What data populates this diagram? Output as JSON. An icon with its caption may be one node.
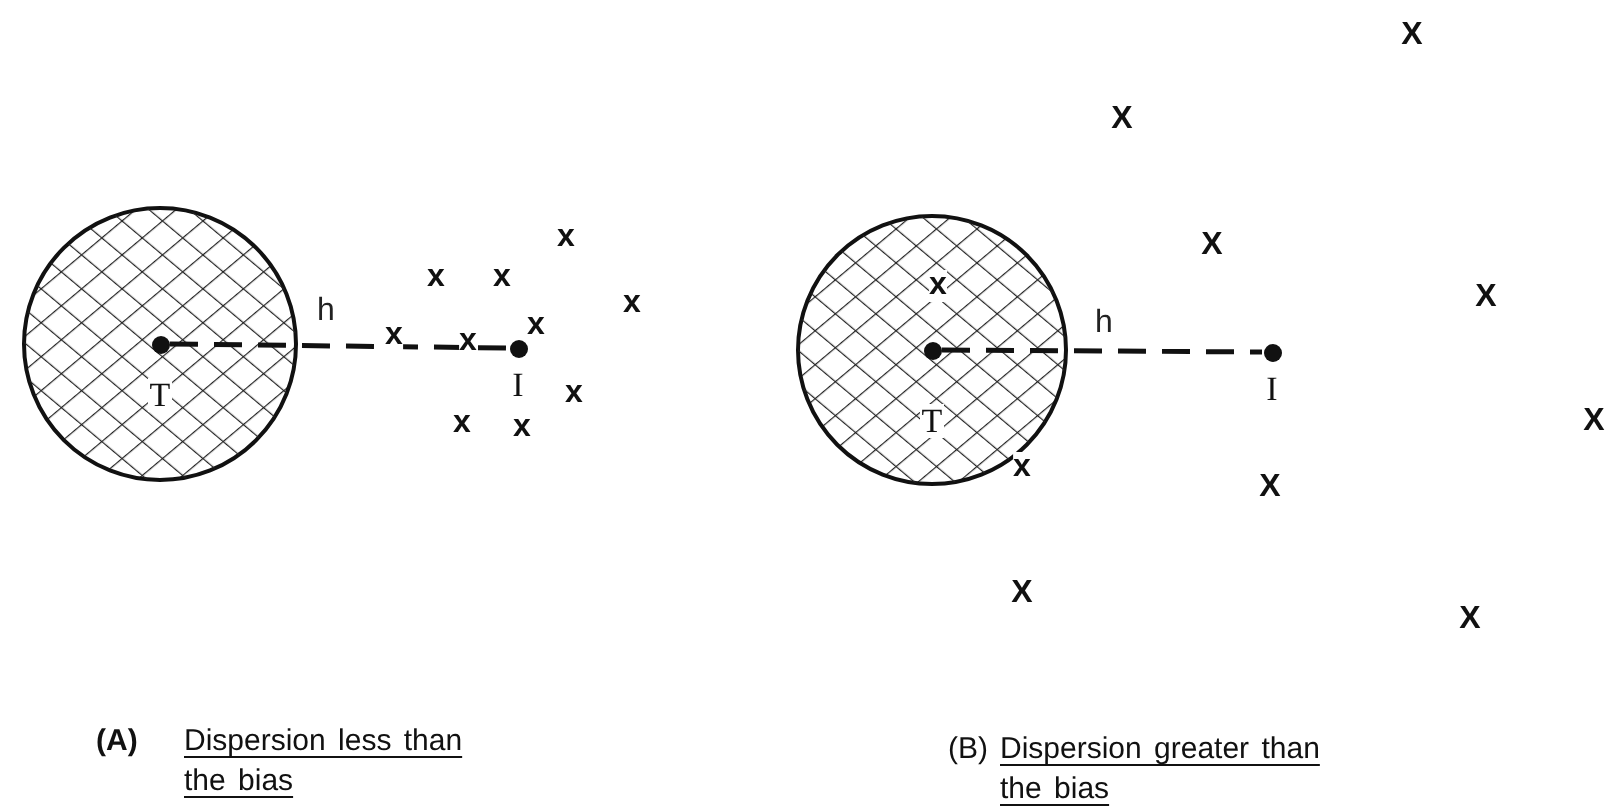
{
  "diagram": {
    "nodes": [
      {
        "text": [],
        "shape": "circle"
      },
      {
        "text": [
          "T"
        ],
        "in": 0
      },
      {
        "text": [
          "I"
        ]
      },
      {
        "text": [],
        "shape": "circle"
      },
      {
        "text": [
          "T"
        ],
        "in": 3
      },
      {
        "text": [
          "I"
        ]
      }
    ],
    "edges": [
      {
        "from": 1,
        "to": 2,
        "arrow": "none",
        "label": "h",
        "style": "dashed"
      },
      {
        "from": 4,
        "to": 5,
        "arrow": "none",
        "label": "h",
        "style": "dashed"
      }
    ],
    "labels": [
      "x",
      "x",
      "x",
      "x",
      "x",
      "x",
      "x",
      "x",
      "x",
      "x",
      "(A)",
      "Dispersion less than the bias",
      "X",
      "X",
      "X",
      "x",
      "X",
      "X",
      "x",
      "X",
      "X",
      "X",
      "(B)",
      "Dispersion greater than the bias"
    ]
  }
}
